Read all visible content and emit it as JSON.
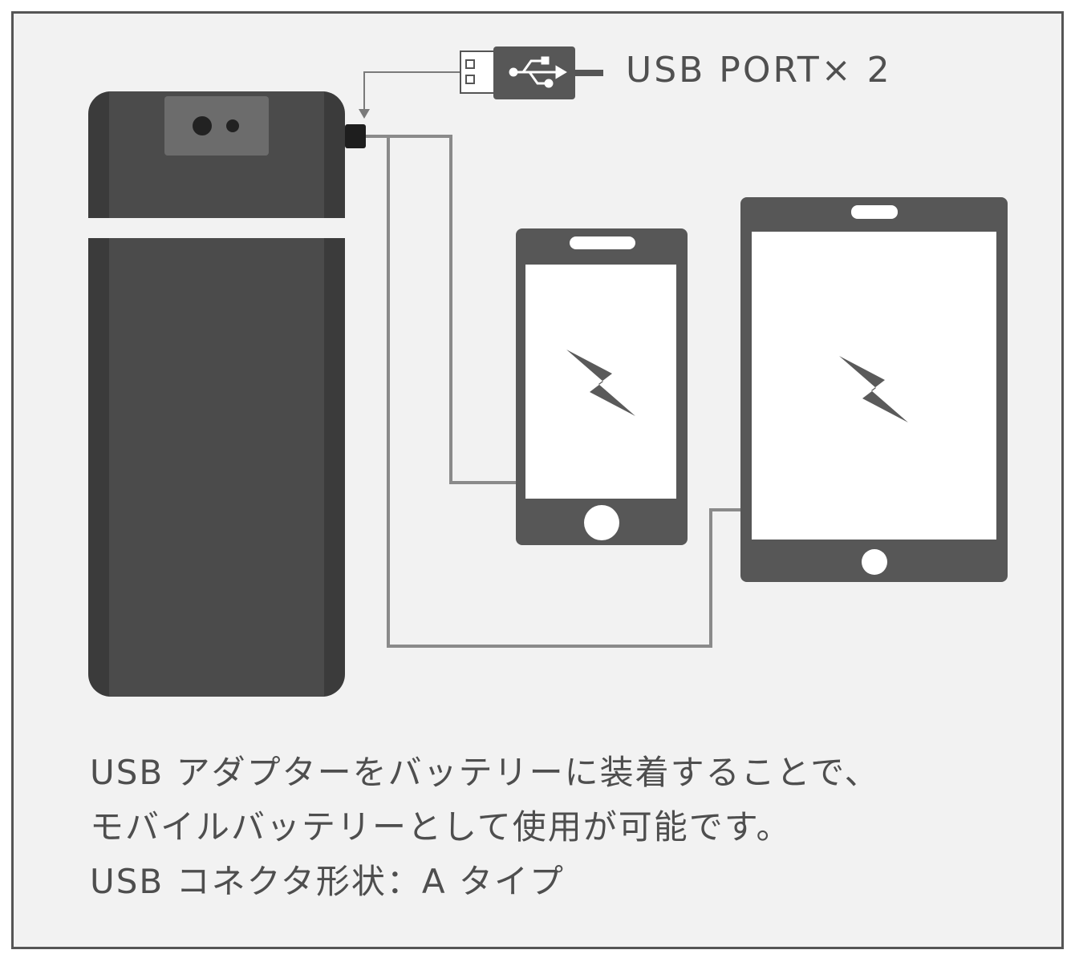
{
  "usb_port_label": "USB PORT× 2",
  "caption": {
    "line1": "USB アダプターをバッテリーに装着することで、",
    "line2": "モバイルバッテリーとして使用が可能です。",
    "line3": "USB コネクタ形状：A タイプ"
  },
  "colors": {
    "background": "#f2f2f2",
    "device_dark": "#575757",
    "battery_body": "#4a4a4a",
    "battery_edge": "#3a3a3a",
    "cable": "#8a8a8a"
  },
  "icons": [
    "usb-plug-icon",
    "usb-trident-icon",
    "charging-bolt-icon",
    "battery-pack-icon",
    "smartphone-icon",
    "tablet-icon"
  ]
}
